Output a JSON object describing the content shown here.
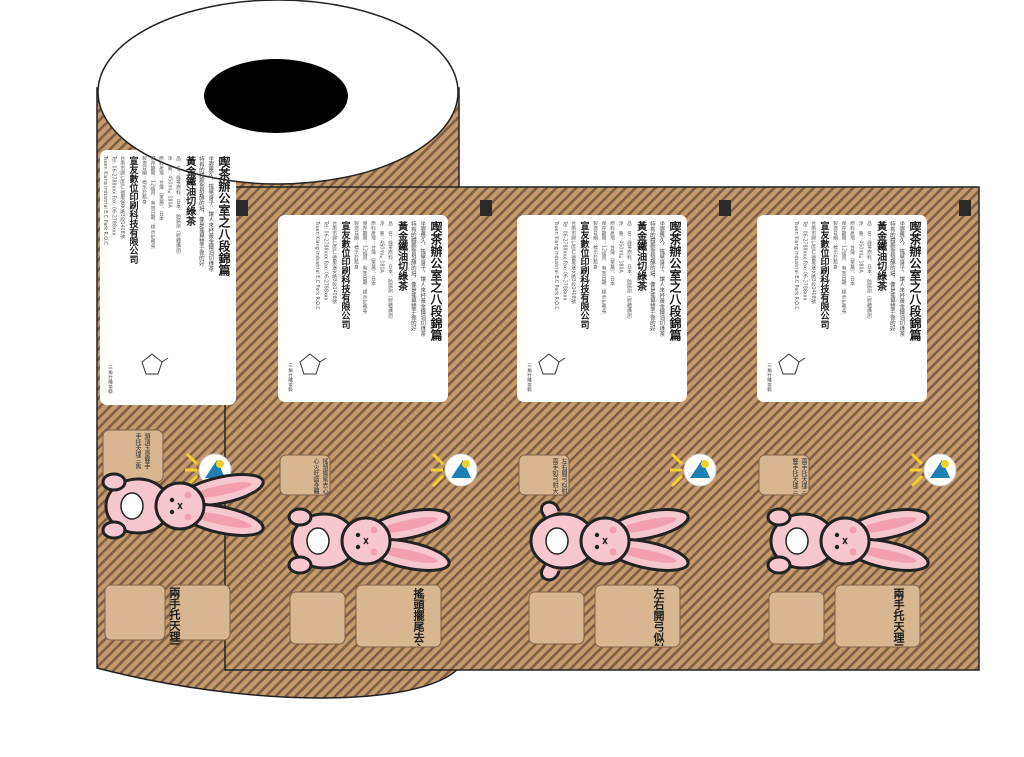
{
  "labels": [
    {
      "headline": "喫茶辦公室之八段錦篇",
      "lines": [
        "坐姿應久，搖晃身子，讓人來杯黃金鐵油切綠茶",
        "特有的鐵觀音發酵的焙，像是搖晃雙手後的好"
      ],
      "product": "黃金鐵油切綠茶",
      "specs": [
        "品　名：綠茶原料、日本、防腐劑（膠體護劑）",
        "淨　重：450ml×180A",
        "原料產地：台灣（茶葉）、日本",
        "保存期限：12個月　有效日期：標示於瓶身",
        "製造日期：標示於瓶身"
      ],
      "company": "宣友數位印刷科技有限公司",
      "company_lines": [
        "台南市歸仁區仁德里保安路3段1408號",
        "Tel: 06-2788xxx  Fax: 06-2788xxx",
        "Tsuen Kiang Industrial E.C Park R.O.C"
      ],
      "logo_text": "三角竹雕茶藝",
      "verse": [
        "頭頂玉皇雙手托",
        "手托天理三焦"
      ],
      "slogan": "兩手托天理三焦"
    },
    {
      "headline": "喫茶辦公室之八段錦篇",
      "lines": [
        "坐姿應久，搖晃身子，讓人來杯黃金鐵油切綠茶",
        "特有的鐵觀音發酵的焙，像是搖晃雙手後的好"
      ],
      "product": "黃金鐵油切綠茶",
      "specs": [
        "品　名：綠茶原料、日本、防腐劑（膠體護劑）",
        "淨　重：450ml×180A",
        "原料產地：台灣（茶葉）、日本",
        "保存期限：12個月　有效日期：標示於瓶身",
        "製造日期：標示於瓶身"
      ],
      "company": "宣友數位印刷科技有限公司",
      "company_lines": [
        "台南市歸仁區仁德里保安路3段1408號",
        "Tel: 06-2788xxx  Fax: 06-2788xxx",
        "Tsuen Kiang Industrial E.C Park R.O.C"
      ],
      "logo_text": "三角竹雕茶藝",
      "verse": [
        "搖頭擺尾去心火",
        "心火旺盛身體乏"
      ],
      "slogan": "搖頭擺尾去心火"
    },
    {
      "headline": "喫茶辦公室之八段錦篇",
      "lines": [
        "坐姿應久，搖晃身子，讓人來杯黃金鐵油切綠茶",
        "特有的鐵觀音發酵的焙，像是搖晃雙手後的好"
      ],
      "product": "黃金鐵油切綠茶",
      "specs": [
        "品　名：綠茶原料、日本、防腐劑（膠體護劑）",
        "淨　重：450ml×180A",
        "原料產地：台灣（茶葉）、日本",
        "保存期限：12個月　有效日期：標示於瓶身",
        "製造日期：標示於瓶身"
      ],
      "company": "宣友數位印刷科技有限公司",
      "company_lines": [
        "台南市歸仁區仁德里保安路3段1408號",
        "Tel: 06-2788xxx  Fax: 06-2788xxx",
        "Tsuen Kiang Industrial E.C Park R.O.C"
      ],
      "logo_text": "三角竹雕茶藝",
      "verse": [
        "左右開弓似射鵰",
        "兩手如弓射大鵰"
      ],
      "slogan": "左右開弓似射鵰"
    },
    {
      "headline": "喫茶辦公室之八段錦篇",
      "lines": [
        "坐姿應久，搖晃身子，讓人來杯黃金鐵油切綠茶",
        "特有的鐵觀音發酵的焙，像是搖晃雙手後的好"
      ],
      "product": "黃金鐵油切綠茶",
      "specs": [
        "品　名：綠茶原料、日本、防腐劑（膠體護劑）",
        "淨　重：450ml×180A",
        "原料產地：台灣（茶葉）、日本",
        "保存期限：12個月　有效日期：標示於瓶身",
        "製造日期：標示於瓶身"
      ],
      "company": "宣友數位印刷科技有限公司",
      "company_lines": [
        "台南市歸仁區仁德里保安路3段1408號",
        "Tel: 06-2788xxx  Fax: 06-2788xxx",
        "Tsuen Kiang Industrial E.C Park R.O.C"
      ],
      "logo_text": "三角竹雕茶藝",
      "verse": [
        "兩手托天理三焦",
        "雙手托天理三焦"
      ],
      "slogan": "兩手托天理三焦"
    }
  ],
  "colors": {
    "kraft": "#c59a6c",
    "stripe": "#7e6047",
    "outline": "#222222",
    "bunny": "#f7c7cf",
    "label_bg": "#ffffff",
    "mark": "#2a2a2a",
    "logo_blue": "#1f7fb4",
    "logo_yellow": "#f2d22a"
  },
  "icons": {
    "roll_core": "roll-core-icon",
    "mascot": "rabbit-mascot-icon",
    "brand_logo": "tea-brand-logo-icon",
    "tea_pot": "tea-pot-icon",
    "register_mark": "register-mark-icon"
  }
}
